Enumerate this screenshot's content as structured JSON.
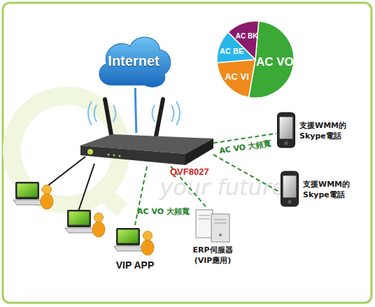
{
  "diagram": {
    "nodes": [
      {
        "text": [
          "Internet"
        ]
      },
      {
        "text": [
          "QVF8027"
        ]
      },
      {
        "text": [
          "支援WMM的 Skype電話"
        ]
      },
      {
        "text": [
          "支援WMM的 Skype電話"
        ]
      },
      {
        "text": [
          "VIP APP"
        ]
      },
      {
        "text": [
          "ERP伺服器 (VIP應用)"
        ]
      }
    ],
    "edges": [
      {
        "from": 1,
        "to": 0,
        "arrow": "none"
      },
      {
        "from": 1,
        "to": 2,
        "arrow": "none",
        "label": "AC VO 大頻寬"
      },
      {
        "from": 1,
        "to": 3,
        "arrow": "none"
      },
      {
        "from": 1,
        "to": 4,
        "arrow": "none",
        "label": "AC VO 大頻寬"
      },
      {
        "from": 1,
        "to": 5,
        "arrow": "none"
      }
    ],
    "labels": [
      "AC BK",
      "AC BE",
      "AC VI",
      "AC VO",
      "your future"
    ]
  }
}
